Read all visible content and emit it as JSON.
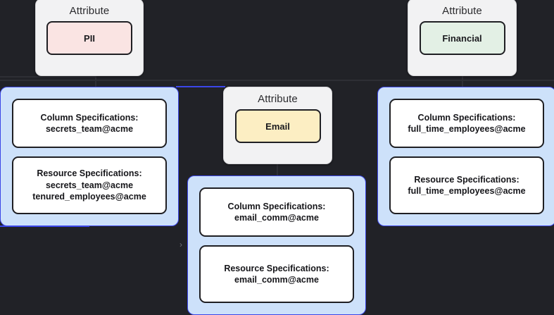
{
  "theme": {
    "background": "#212227",
    "card_bg": "#f2f2f3",
    "panel_bg": "#cde1fa",
    "panel_border": "#3b46e8",
    "box_bg": "#ffffff",
    "edge": "#2e2f35"
  },
  "nodes": {
    "pii": {
      "card_title": "Attribute",
      "chip_label": "PII",
      "chip_color": "#fae4e3",
      "panel": {
        "column_spec": {
          "heading": "Column Specifications:",
          "values": [
            "secrets_team@acme"
          ]
        },
        "resource_spec": {
          "heading": "Resource Specifications:",
          "values": [
            "secrets_team@acme",
            "tenured_employees@acme"
          ]
        }
      }
    },
    "email": {
      "card_title": "Attribute",
      "chip_label": "Email",
      "chip_color": "#fceec3",
      "panel": {
        "column_spec": {
          "heading": "Column Specifications:",
          "values": [
            "email_comm@acme"
          ]
        },
        "resource_spec": {
          "heading": "Resource Specifications:",
          "values": [
            "email_comm@acme"
          ]
        }
      }
    },
    "financial": {
      "card_title": "Attribute",
      "chip_label": "Financial",
      "chip_color": "#e3f0e5",
      "panel": {
        "column_spec": {
          "heading": "Column Specifications:",
          "values": [
            "full_time_employees@acme"
          ]
        },
        "resource_spec": {
          "heading": "Resource Specifications:",
          "values": [
            "full_time_employees@acme"
          ]
        }
      }
    }
  },
  "misc": {
    "collapse_chevron": "›"
  }
}
